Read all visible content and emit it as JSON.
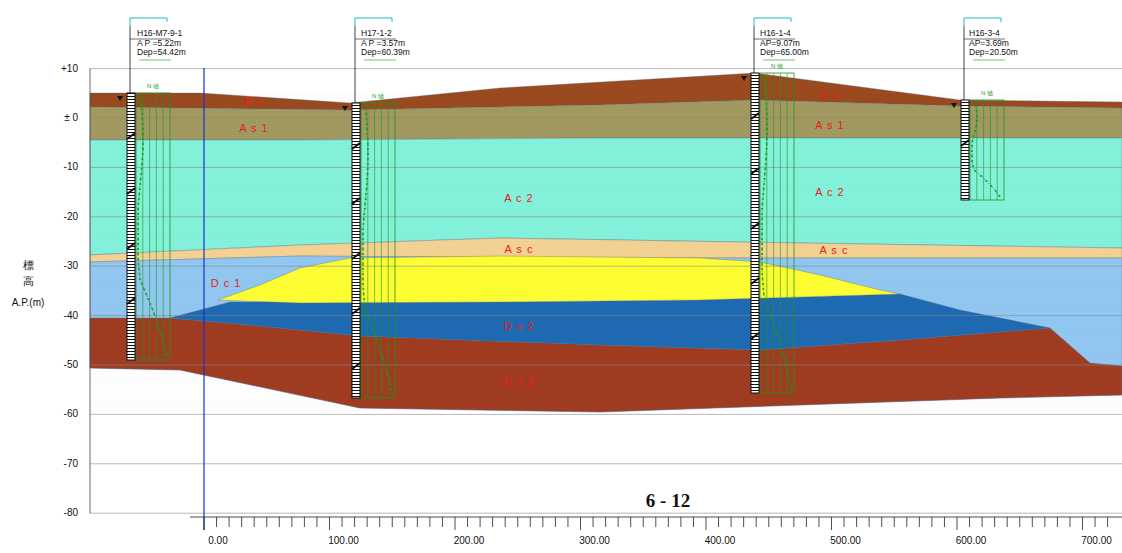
{
  "diagram": {
    "labels": [
      "H16-M7-9-1",
      "A P =5.22m",
      "Dep=54.42m",
      "H17-1-2",
      "A P =3.57m",
      "Dep=60.39m",
      "H16-1-4",
      "AP=9.07m",
      "Dep=65.00m",
      "H16-3-4",
      "AP=3.69m",
      "Dep=20.50m",
      "N 値",
      "N 値",
      "N 値",
      "N 値",
      "B s",
      "B s",
      "A s 1",
      "A s 1",
      "A c 2",
      "A c 2",
      "A s c",
      "A s c",
      "D c 1",
      "D s 2",
      "D s 3",
      "+10",
      "± 0",
      "-10",
      "-20",
      "-30",
      "-40",
      "-50",
      "-60",
      "-70",
      "-80",
      "標高",
      "A.P.(m)",
      "0.00",
      "100.00",
      "200.00",
      "300.00",
      "400.00",
      "500.00",
      "600.00",
      "700.00",
      "6 - 12"
    ]
  }
}
